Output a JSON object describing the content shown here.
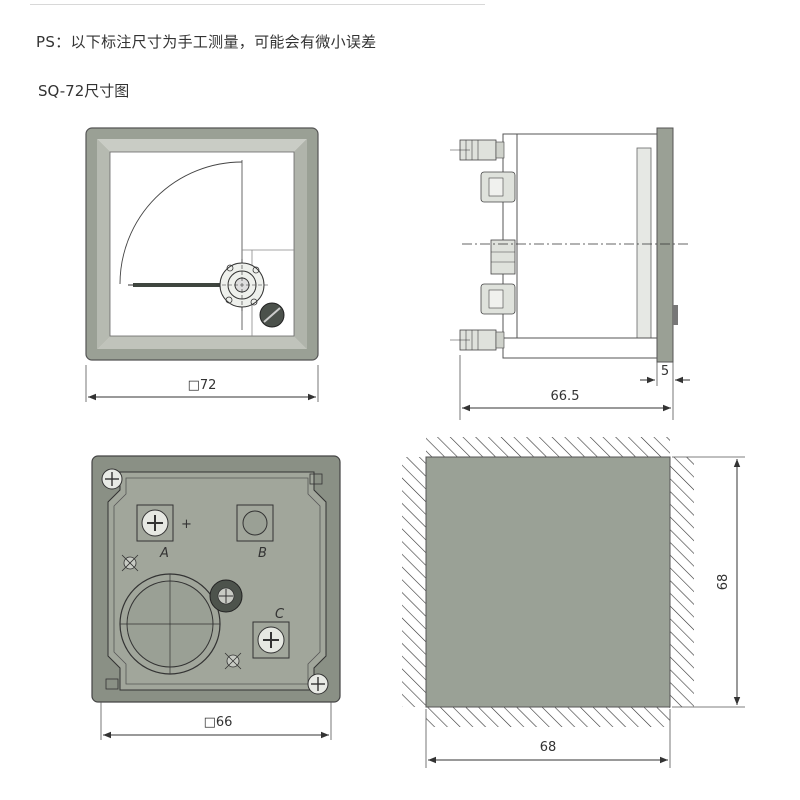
{
  "header": {
    "note": "PS：以下标注尺寸为手工测量，可能会有微小误差",
    "model_title": "SQ-72尺寸图"
  },
  "front_view": {
    "dimension": "□72"
  },
  "side_view": {
    "depth": "66.5",
    "bezel": "5"
  },
  "rear_view": {
    "dimension": "□66",
    "terminal_a": "A",
    "terminal_b": "B",
    "terminal_c": "C",
    "plus_sign": "+"
  },
  "panel_cutout": {
    "width": "68",
    "height": "68"
  },
  "colors": {
    "housing": "#9aa095",
    "panel_cutout": "#9aa196",
    "dark_housing": "#8a9085"
  }
}
